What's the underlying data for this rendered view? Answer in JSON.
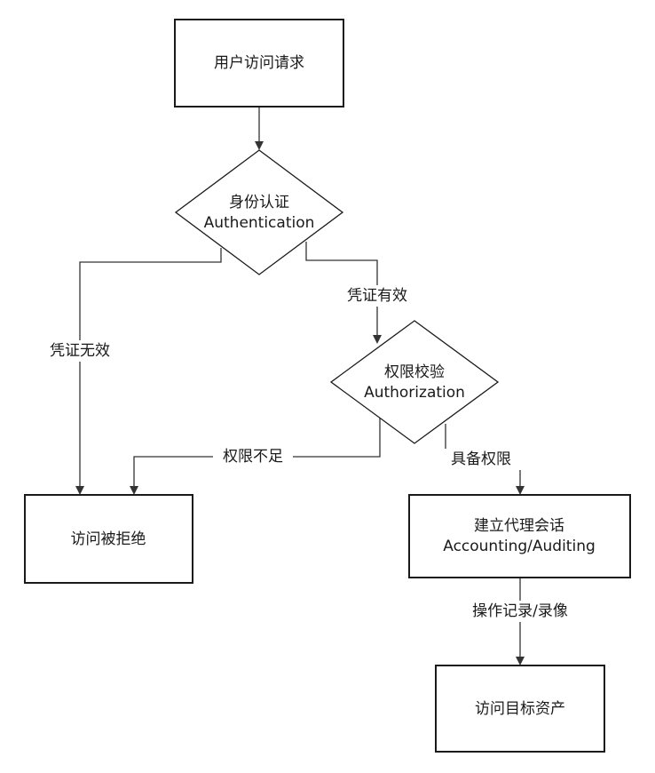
{
  "nodes": {
    "request": {
      "text": "用户访问请求"
    },
    "authentication": {
      "line1": "身份认证",
      "line2": "Authentication"
    },
    "authorization": {
      "line1": "权限校验",
      "line2": "Authorization"
    },
    "denied": {
      "text": "访问被拒绝"
    },
    "session": {
      "line1": "建立代理会话",
      "line2": "Accounting/Auditing"
    },
    "target": {
      "text": "访问目标资产"
    }
  },
  "edges": {
    "credential_valid": "凭证有效",
    "credential_invalid": "凭证无效",
    "insufficient_permission": "权限不足",
    "has_permission": "具备权限",
    "operation_recording": "操作记录/录像"
  },
  "colors": {
    "stroke": "#1a1a1a",
    "connector": "#333333",
    "background": "#ffffff"
  }
}
